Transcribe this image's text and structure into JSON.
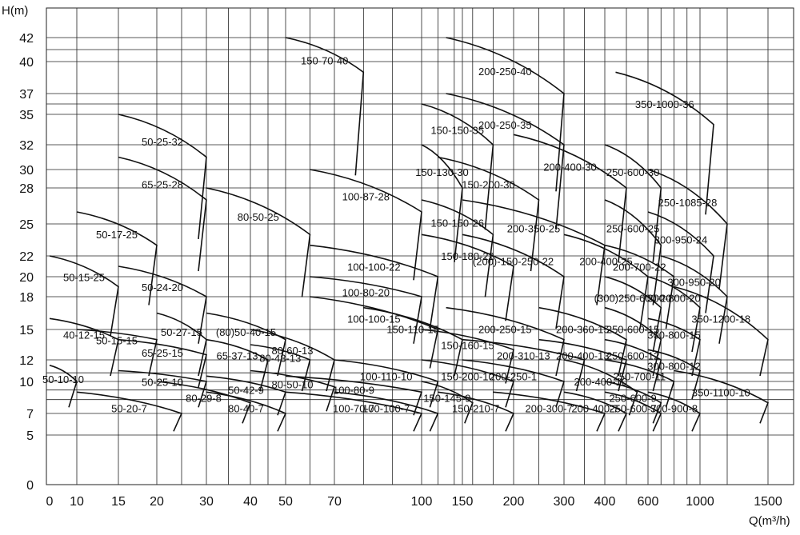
{
  "chart_data": {
    "type": "line",
    "chart_kind": "pump selection range chart (H–Q performance zones)",
    "ylabel": "H(m)",
    "xlabel": "Q(m³/h)",
    "y_ticks": [
      0,
      5,
      7,
      10,
      12,
      15,
      18,
      20,
      22,
      25,
      28,
      30,
      32,
      35,
      37,
      40,
      42
    ],
    "x_ticks": [
      {
        "value": 0,
        "label": "0"
      },
      {
        "value": 10,
        "label": "10"
      },
      {
        "value": 15,
        "label": "15"
      },
      {
        "value": 20,
        "label": "20"
      },
      {
        "value": 30,
        "label": "30"
      },
      {
        "value": 40,
        "label": "40"
      },
      {
        "value": 50,
        "label": "50"
      },
      {
        "value": 70,
        "label": "70"
      },
      {
        "value": 100,
        "label": "100"
      },
      {
        "value": 150,
        "label": "150"
      },
      {
        "value": 200,
        "label": "200"
      },
      {
        "value": 300,
        "label": "300"
      },
      {
        "value": 400,
        "label": "400"
      },
      {
        "value": 600,
        "label": "600"
      },
      {
        "value": 1000,
        "label": "1000"
      },
      {
        "value": 1500,
        "label": "1500"
      }
    ],
    "grid": true,
    "models": [
      {
        "name": "50-10-10",
        "q": [
          0,
          10
        ],
        "h": [
          11.5,
          10
        ]
      },
      {
        "name": "50-20-7",
        "q": [
          10,
          25
        ],
        "h": [
          9,
          7
        ]
      },
      {
        "name": "50-25-10",
        "q": [
          15,
          30
        ],
        "h": [
          11,
          10
        ]
      },
      {
        "name": "80-29-8",
        "q": [
          20,
          40
        ],
        "h": [
          10,
          8
        ]
      },
      {
        "name": "80-40-7",
        "q": [
          30,
          50
        ],
        "h": [
          9,
          7
        ]
      },
      {
        "name": "40-12-15",
        "q": [
          0,
          15
        ],
        "h": [
          16,
          14
        ]
      },
      {
        "name": "50-15-15",
        "q": [
          10,
          20
        ],
        "h": [
          15,
          14
        ]
      },
      {
        "name": "50-27-15",
        "q": [
          20,
          30
        ],
        "h": [
          16.5,
          14
        ]
      },
      {
        "name": "65-25-15",
        "q": [
          15,
          30
        ],
        "h": [
          14,
          12.5
        ]
      },
      {
        "name": "65-37-13",
        "q": [
          30,
          45
        ],
        "h": [
          14,
          12
        ]
      },
      {
        "name": "50-42-9",
        "q": [
          30,
          50
        ],
        "h": [
          10.5,
          9
        ]
      },
      {
        "name": "50-15-25",
        "q": [
          0,
          15
        ],
        "h": [
          22,
          19
        ]
      },
      {
        "name": "50-17-25",
        "q": [
          10,
          20
        ],
        "h": [
          26,
          23
        ]
      },
      {
        "name": "50-24-20",
        "q": [
          15,
          30
        ],
        "h": [
          21,
          18
        ]
      },
      {
        "name": "50-25-32",
        "q": [
          15,
          30
        ],
        "h": [
          35,
          31
        ]
      },
      {
        "name": "65-25-28",
        "q": [
          15,
          30
        ],
        "h": [
          31,
          27
        ]
      },
      {
        "name": "80-50-25",
        "q": [
          30,
          60
        ],
        "h": [
          28,
          24
        ]
      },
      {
        "name": "(80)50-40-15",
        "q": [
          30,
          50
        ],
        "h": [
          16.5,
          14
        ]
      },
      {
        "name": "80-60-13",
        "q": [
          40,
          70
        ],
        "h": [
          15,
          12
        ]
      },
      {
        "name": "80-43-13",
        "q": [
          40,
          60
        ],
        "h": [
          13.5,
          12
        ]
      },
      {
        "name": "80-50-10",
        "q": [
          40,
          70
        ],
        "h": [
          11,
          9.5
        ]
      },
      {
        "name": "100-80-9",
        "q": [
          50,
          100
        ],
        "h": [
          10.5,
          9
        ]
      },
      {
        "name": "100-70-7",
        "q": [
          50,
          100
        ],
        "h": [
          9,
          7
        ]
      },
      {
        "name": "150-70-40",
        "q": [
          50,
          80
        ],
        "h": [
          43,
          39
        ]
      },
      {
        "name": "100-87-28",
        "q": [
          60,
          100
        ],
        "h": [
          30,
          26
        ]
      },
      {
        "name": "100-100-22",
        "q": [
          60,
          120
        ],
        "h": [
          23,
          20
        ]
      },
      {
        "name": "100-80-20",
        "q": [
          60,
          100
        ],
        "h": [
          20,
          18
        ]
      },
      {
        "name": "100-100-15",
        "q": [
          60,
          120
        ],
        "h": [
          18,
          15
        ]
      },
      {
        "name": "100-110-10",
        "q": [
          70,
          120
        ],
        "h": [
          12,
          10
        ]
      },
      {
        "name": "100-100-7",
        "q": [
          70,
          120
        ],
        "h": [
          9,
          7
        ]
      },
      {
        "name": "150-110-15",
        "q": [
          80,
          150
        ],
        "h": [
          17,
          14
        ]
      },
      {
        "name": "150-160-15",
        "q": [
          100,
          200
        ],
        "h": [
          15,
          13
        ]
      },
      {
        "name": "150-145-9",
        "q": [
          100,
          160
        ],
        "h": [
          10,
          8
        ]
      },
      {
        "name": "150-200-10",
        "q": [
          100,
          200
        ],
        "h": [
          12,
          10
        ]
      },
      {
        "name": "150-210-7",
        "q": [
          120,
          200
        ],
        "h": [
          9,
          7
        ]
      },
      {
        "name": "150-130-30",
        "q": [
          100,
          150
        ],
        "h": [
          32,
          28
        ]
      },
      {
        "name": "150-150-35",
        "q": [
          100,
          180
        ],
        "h": [
          36,
          32
        ]
      },
      {
        "name": "150-150-26",
        "q": [
          100,
          180
        ],
        "h": [
          27,
          24
        ]
      },
      {
        "name": "150-180-22",
        "q": [
          100,
          200
        ],
        "h": [
          24,
          21
        ]
      },
      {
        "name": "150-200-30",
        "q": [
          120,
          250
        ],
        "h": [
          31,
          27
        ]
      },
      {
        "name": "200-250-40",
        "q": [
          130,
          300
        ],
        "h": [
          42,
          37
        ]
      },
      {
        "name": "200-250-35",
        "q": [
          130,
          300
        ],
        "h": [
          37,
          32
        ]
      },
      {
        "name": "200-350-25",
        "q": [
          150,
          400
        ],
        "h": [
          27,
          23
        ]
      },
      {
        "name": "(200)-150-250-22",
        "q": [
          150,
          300
        ],
        "h": [
          24,
          20
        ]
      },
      {
        "name": "200-250-15",
        "q": [
          130,
          300
        ],
        "h": [
          17,
          14
        ]
      },
      {
        "name": "200-310-13",
        "q": [
          150,
          350
        ],
        "h": [
          14,
          12
        ]
      },
      {
        "name": "200-250-1",
        "q": [
          150,
          300
        ],
        "h": [
          12,
          10
        ]
      },
      {
        "name": "200-300-7",
        "q": [
          180,
          400
        ],
        "h": [
          9,
          7
        ]
      },
      {
        "name": "200-400-30",
        "q": [
          200,
          500
        ],
        "h": [
          33,
          28
        ]
      },
      {
        "name": "200-400-25",
        "q": [
          300,
          600
        ],
        "h": [
          24,
          20
        ]
      },
      {
        "name": "200-360-15",
        "q": [
          250,
          500
        ],
        "h": [
          17,
          14
        ]
      },
      {
        "name": "200-400-13",
        "q": [
          250,
          500
        ],
        "h": [
          14,
          12
        ]
      },
      {
        "name": "200-400-10",
        "q": [
          300,
          550
        ],
        "h": [
          12,
          9
        ]
      },
      {
        "name": "200-400-7",
        "q": [
          300,
          500
        ],
        "h": [
          9,
          7
        ]
      },
      {
        "name": "350-1000-36",
        "q": [
          450,
          1100
        ],
        "h": [
          39,
          34
        ]
      },
      {
        "name": "250-600-30",
        "q": [
          400,
          700
        ],
        "h": [
          32,
          28
        ]
      },
      {
        "name": "250-1085-28",
        "q": [
          600,
          1200
        ],
        "h": [
          30,
          25
        ]
      },
      {
        "name": "250-600-25",
        "q": [
          400,
          700
        ],
        "h": [
          27,
          23
        ]
      },
      {
        "name": "200-700-22",
        "q": [
          400,
          800
        ],
        "h": [
          23,
          20
        ]
      },
      {
        "name": "300-950-24",
        "q": [
          600,
          1100
        ],
        "h": [
          26,
          22
        ]
      },
      {
        "name": "300-950-20",
        "q": [
          700,
          1200
        ],
        "h": [
          22,
          18
        ]
      },
      {
        "name": "300-800-20",
        "q": [
          600,
          1000
        ],
        "h": [
          20,
          17
        ]
      },
      {
        "name": "(300)250-600-20",
        "q": [
          400,
          700
        ],
        "h": [
          20,
          17
        ]
      },
      {
        "name": "350-1200-18",
        "q": [
          800,
          1500
        ],
        "h": [
          19,
          14
        ]
      },
      {
        "name": "300-800-15",
        "q": [
          600,
          1000
        ],
        "h": [
          16,
          14
        ]
      },
      {
        "name": "250-600-15",
        "q": [
          400,
          700
        ],
        "h": [
          17,
          14
        ]
      },
      {
        "name": "250-600-12",
        "q": [
          400,
          700
        ],
        "h": [
          14,
          12
        ]
      },
      {
        "name": "300-800-12",
        "q": [
          600,
          1000
        ],
        "h": [
          13,
          11
        ]
      },
      {
        "name": "250-700-11",
        "q": [
          400,
          800
        ],
        "h": [
          12,
          10
        ]
      },
      {
        "name": "250-600-9",
        "q": [
          400,
          700
        ],
        "h": [
          10,
          8
        ]
      },
      {
        "name": "250-600-7",
        "q": [
          400,
          700
        ],
        "h": [
          9,
          7
        ]
      },
      {
        "name": "300-900-8",
        "q": [
          600,
          1000
        ],
        "h": [
          9,
          7
        ]
      },
      {
        "name": "350-1100-10",
        "q": [
          800,
          1500
        ],
        "h": [
          11,
          8
        ]
      }
    ]
  }
}
